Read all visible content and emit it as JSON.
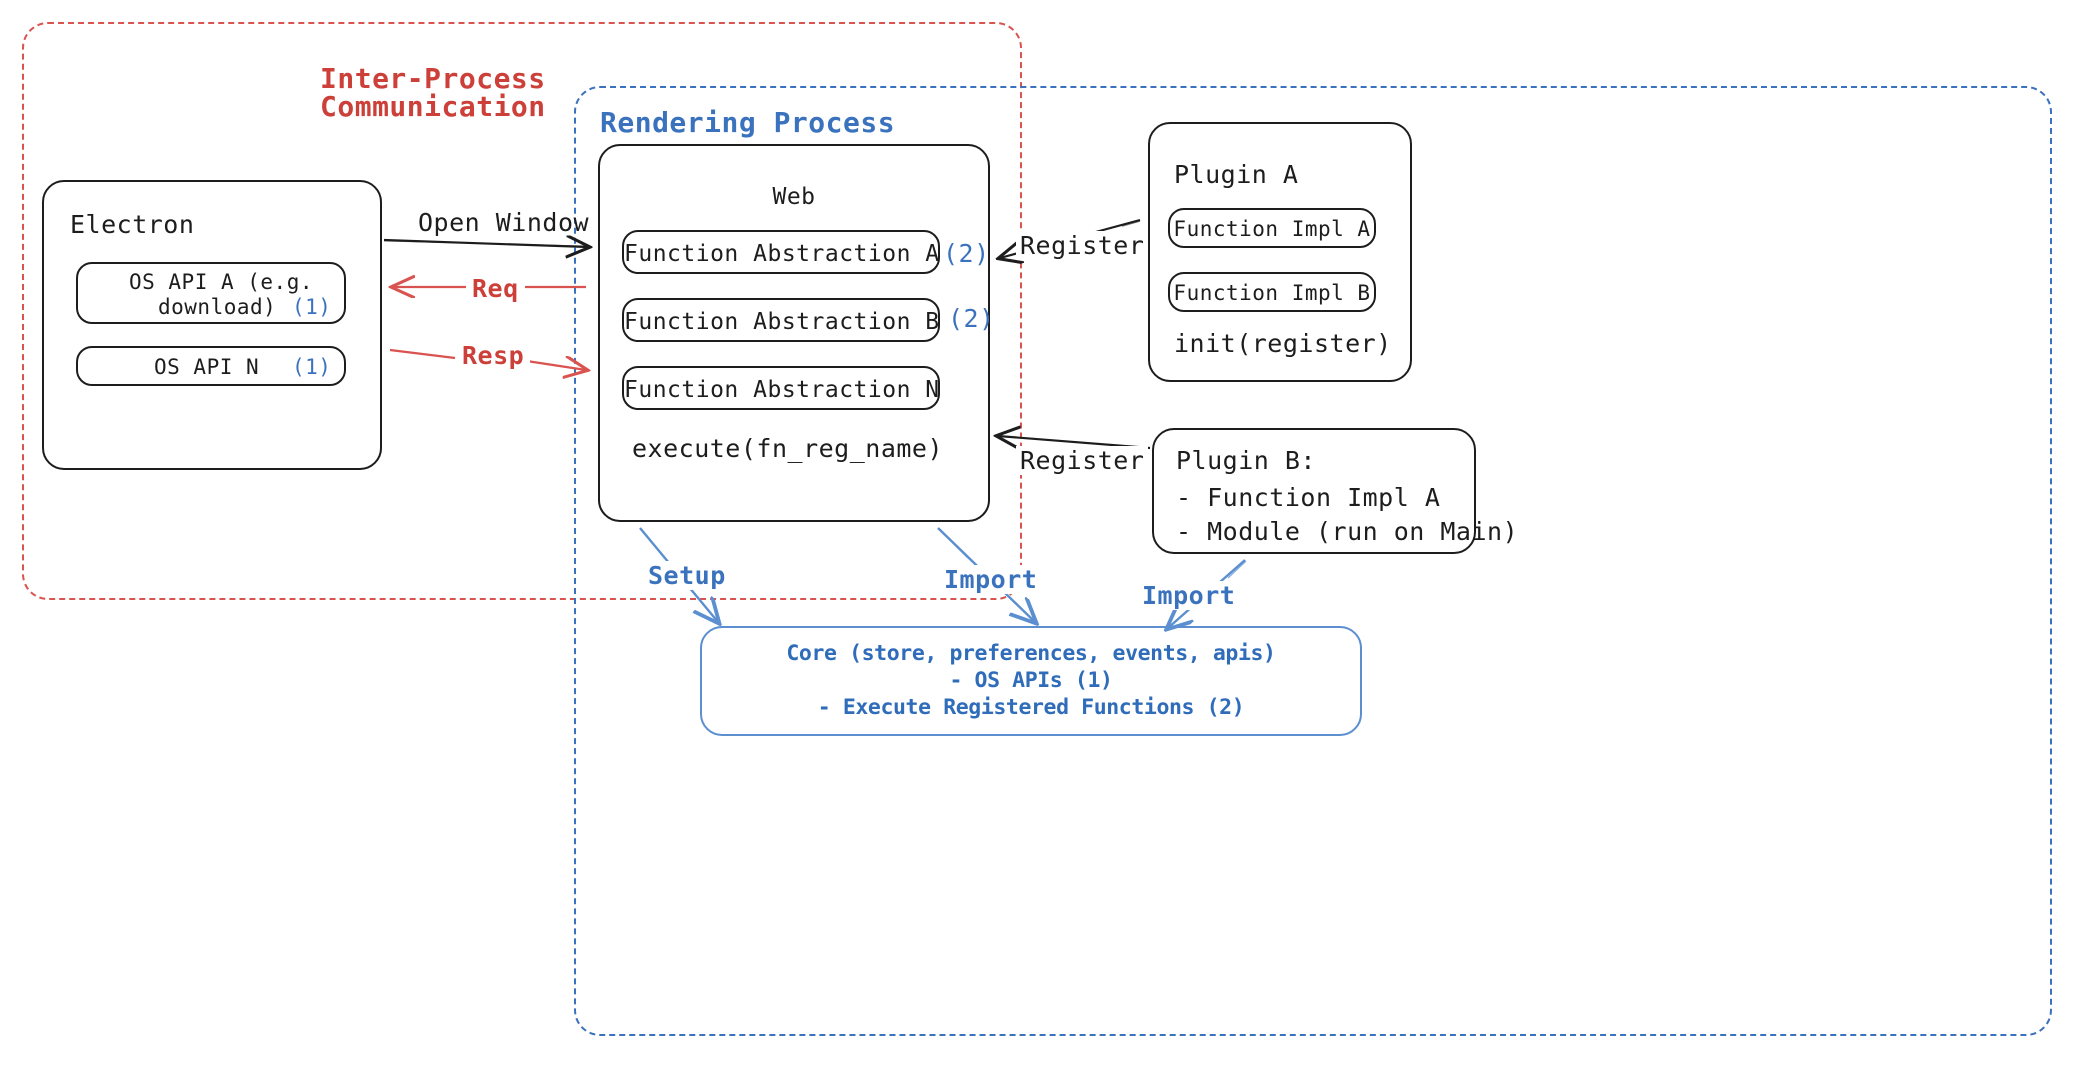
{
  "diagram": {
    "title": "Electron plugin architecture",
    "colors": {
      "ipc_red": "#cc4039",
      "process_blue": "#3b72bd",
      "core_blue": "#2f6cba",
      "node_black": "#1d1d1d"
    }
  },
  "ipc_group": {
    "label_line1": "Inter-Process",
    "label_line2": "Communication"
  },
  "render_group": {
    "label": "Rendering Process"
  },
  "electron": {
    "title": "Electron",
    "apis": [
      {
        "label_line1": "OS API A (e.g.",
        "label_line2": "download)",
        "tag": "(1)"
      },
      {
        "label_line1": "OS API N",
        "label_line2": "",
        "tag": "(1)"
      }
    ]
  },
  "web": {
    "title": "Web",
    "abstractions": [
      {
        "label": "Function Abstraction A",
        "tag": "(2)"
      },
      {
        "label": "Function Abstraction B",
        "tag": "(2)"
      },
      {
        "label": "Function Abstraction N",
        "tag": ""
      }
    ],
    "footer": "execute(fn_reg_name)"
  },
  "plugin_a": {
    "title": "Plugin A",
    "items": [
      "Function Impl A",
      "Function Impl B"
    ],
    "footer": "init(register)"
  },
  "plugin_b": {
    "title": "Plugin B:",
    "items": [
      "- Function Impl A",
      "- Module (run on Main)"
    ]
  },
  "core": {
    "line1": "Core (store, preferences, events, apis)",
    "line2": "- OS APIs (1)",
    "line3": "- Execute Registered Functions (2)"
  },
  "edges": {
    "open_window": "Open Window",
    "req": "Req",
    "resp": "Resp",
    "register_top": "Register",
    "register_bottom": "Register",
    "setup": "Setup",
    "import_web": "Import",
    "import_plugin": "Import"
  }
}
